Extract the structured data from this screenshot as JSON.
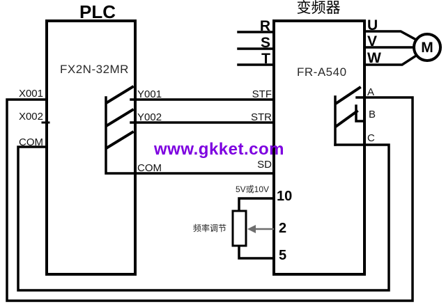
{
  "watermark": {
    "text": "www.gkket.com"
  },
  "colors": {
    "line": "#000000",
    "watermark": "#7d00e0",
    "arrow_gray": "#6e6e6e",
    "background": "#ffffff"
  },
  "plc": {
    "title": "PLC",
    "model": "FX2N-32MR",
    "inputs": [
      "X001",
      "X002",
      "COM"
    ],
    "outputs": [
      "Y001",
      "Y002",
      "COM"
    ]
  },
  "inverter": {
    "title": "变频器",
    "model": "FR-A540",
    "power": [
      "R",
      "S",
      "T"
    ],
    "control": [
      "STF",
      "STR",
      "SD"
    ],
    "motor_terminals": [
      "U",
      "V",
      "W"
    ],
    "relay": [
      "A",
      "B",
      "C"
    ],
    "analog": [
      "10",
      "2",
      "5"
    ],
    "analog_note": "5V或10V",
    "pot_label": "频率调节"
  },
  "motor": {
    "label": "M"
  }
}
